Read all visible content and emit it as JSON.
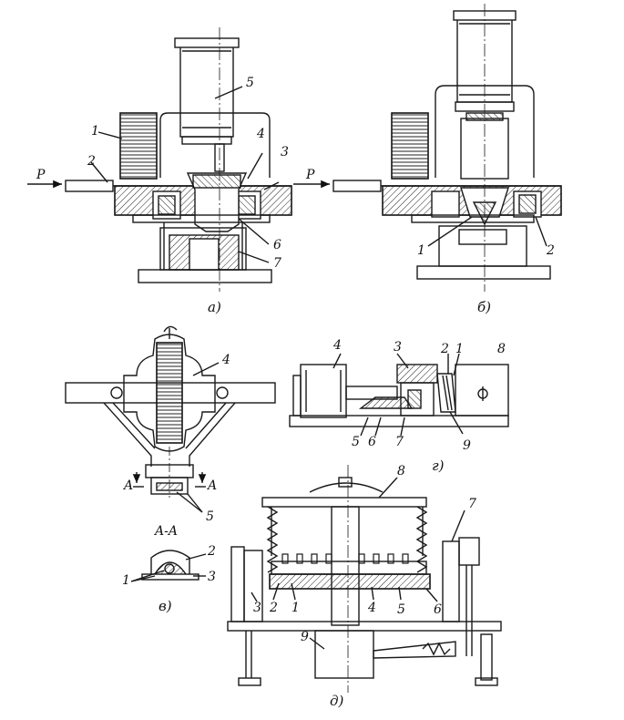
{
  "figures": [
    {
      "id": "a",
      "caption": "а)",
      "callouts": [
        "1",
        "2",
        "3",
        "4",
        "5",
        "6",
        "7"
      ],
      "arrow_label": "P"
    },
    {
      "id": "b",
      "caption": "б)",
      "callouts": [
        "1",
        "2"
      ],
      "arrow_label": "P"
    },
    {
      "id": "v",
      "caption": "в)",
      "callouts": [
        "4",
        "5",
        "1",
        "2",
        "3"
      ],
      "section_marks": [
        "A",
        "A"
      ],
      "section_label": "A-A"
    },
    {
      "id": "g",
      "caption": "г)",
      "callouts": [
        "4",
        "3",
        "2",
        "1",
        "8",
        "5",
        "6",
        "7",
        "9"
      ]
    },
    {
      "id": "d",
      "caption": "д)",
      "callouts": [
        "8",
        "7",
        "3",
        "2",
        "1",
        "4",
        "5",
        "6",
        "9"
      ]
    }
  ],
  "colors": {
    "ink": "#1a1a1a",
    "hatch": "#2a2a2a",
    "paper": "#ffffff"
  }
}
